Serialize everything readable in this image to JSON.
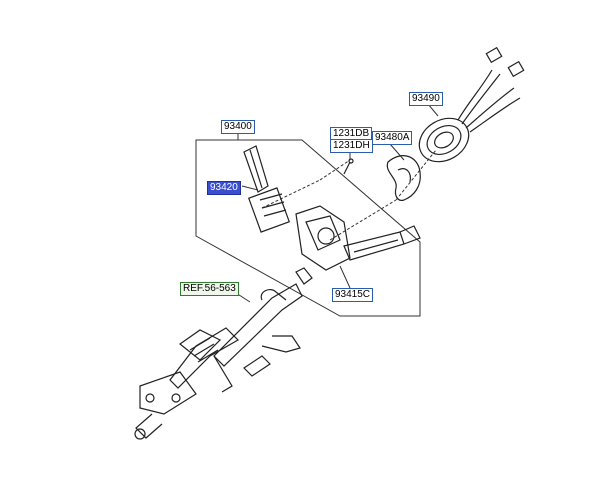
{
  "diagram": {
    "labels": {
      "p93490": "93490",
      "p93400": "93400",
      "p1231DB": "1231DB",
      "p1231DH": "1231DH",
      "p93480A": "93480A",
      "p93420": "93420",
      "p93415C": "93415C",
      "ref": "REF.56-563"
    },
    "colors": {
      "label_border": "#2a5db0",
      "highlight_fill": "#3a4fd0",
      "ref_border": "#2f7a2f",
      "line": "#333333"
    }
  }
}
